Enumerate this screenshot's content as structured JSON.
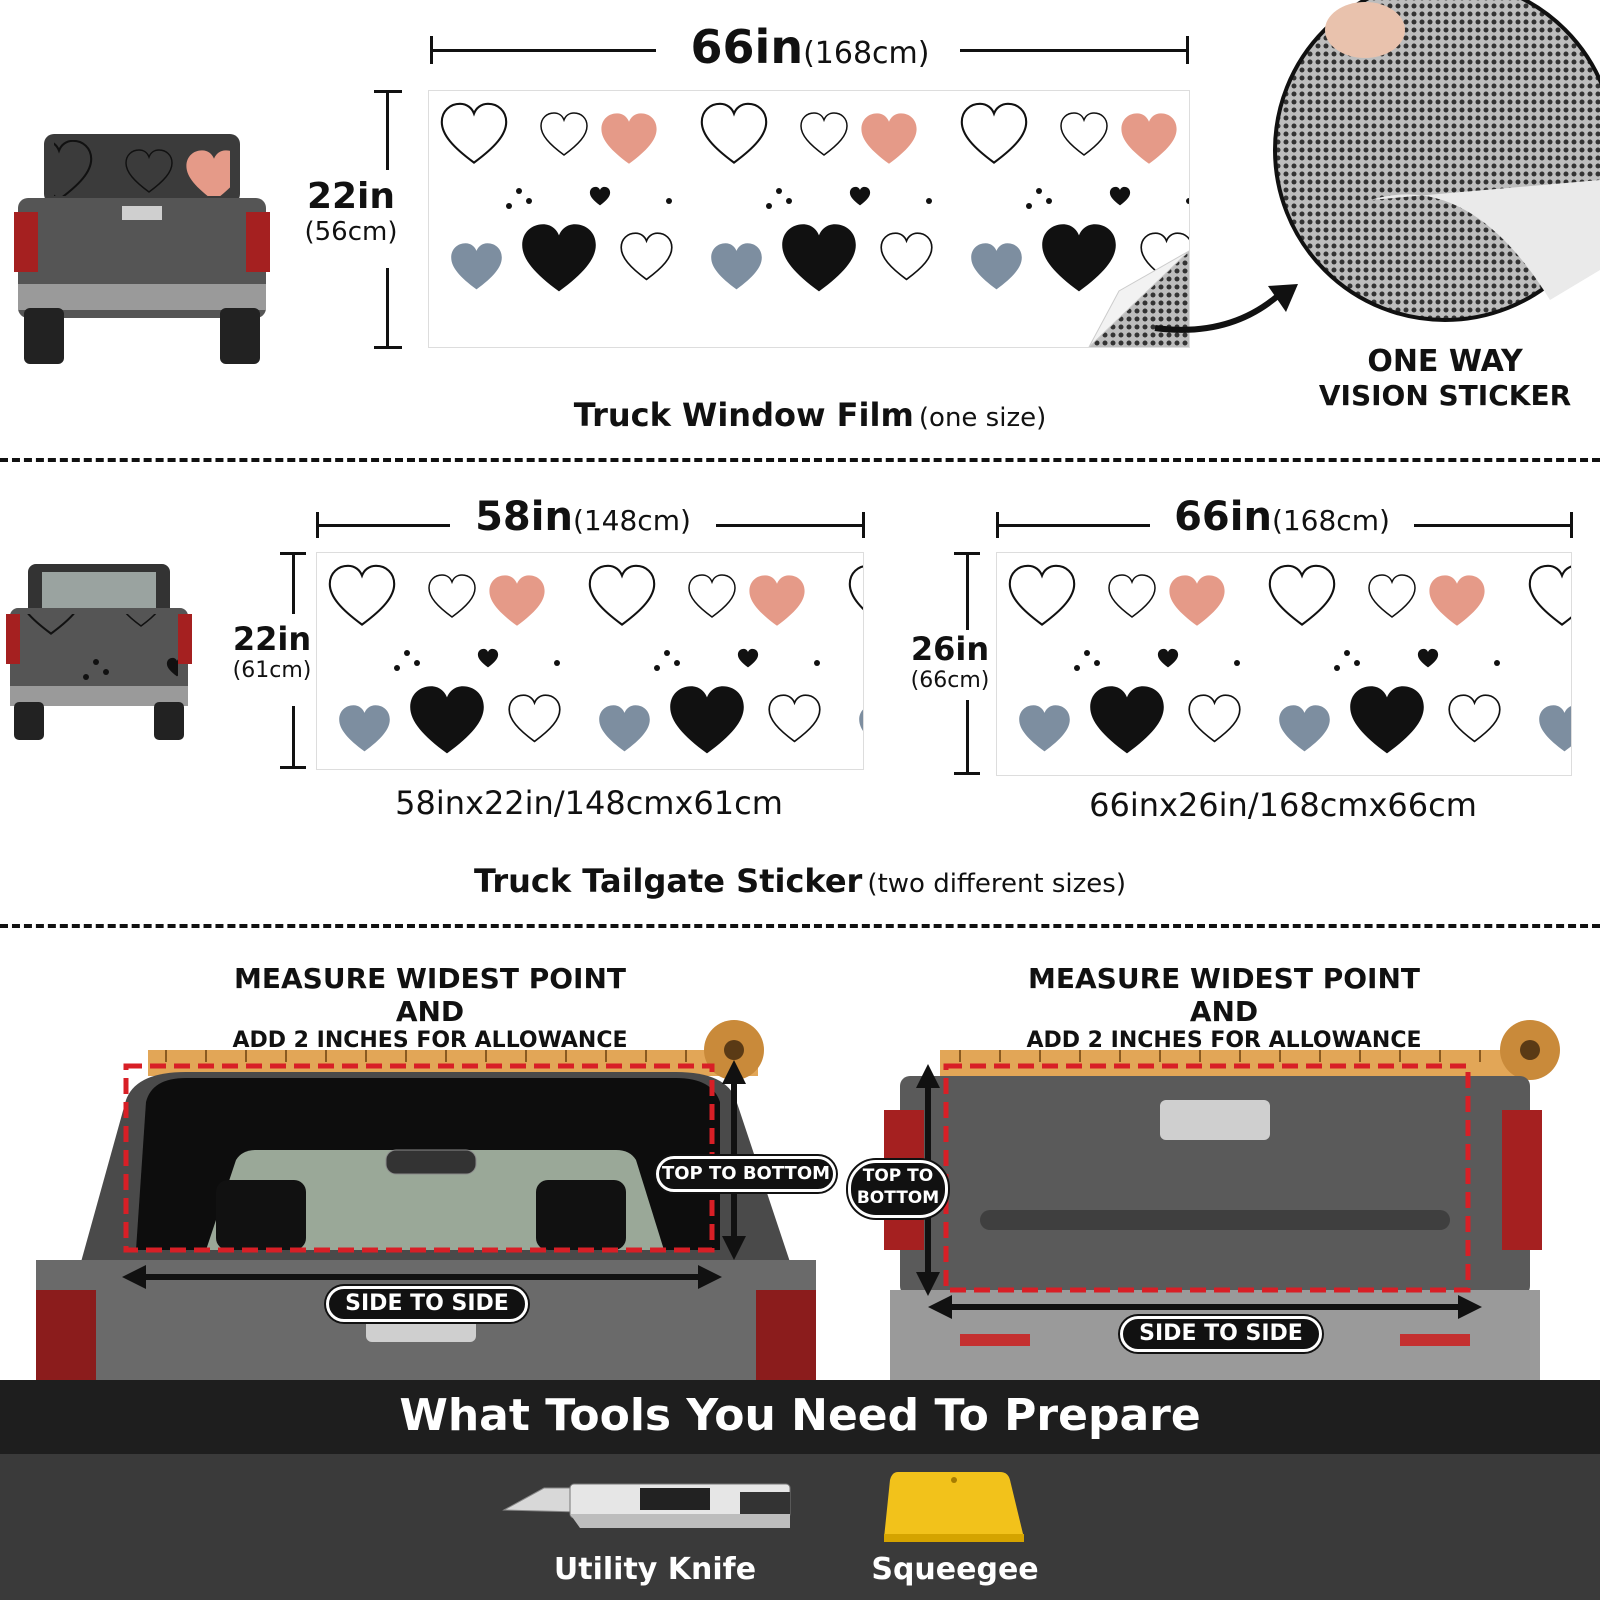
{
  "window_film": {
    "width_in": "66in",
    "width_cm": "(168cm)",
    "height_in": "22in",
    "height_cm": "(56cm)",
    "title": "Truck Window Film",
    "note": "(one size)"
  },
  "one_way": {
    "line1": "ONE WAY",
    "line2": "VISION STICKER"
  },
  "tailgate": {
    "small": {
      "width_in": "58in",
      "width_cm": "(148cm)",
      "height_in": "22in",
      "height_cm": "(61cm)",
      "caption": "58inx22in/148cmx61cm"
    },
    "large": {
      "width_in": "66in",
      "width_cm": "(168cm)",
      "height_in": "26in",
      "height_cm": "(66cm)",
      "caption": "66inx26in/168cmx66cm"
    },
    "title": "Truck Tailgate Sticker",
    "note": "(two different sizes)"
  },
  "measure": {
    "left": {
      "line1": "MEASURE WIDEST POINT AND",
      "line2": "ADD 2 INCHES FOR ALLOWANCE",
      "vertical": "TOP TO BOTTOM",
      "horizontal": "SIDE TO SIDE"
    },
    "right": {
      "line1": "MEASURE WIDEST POINT AND",
      "line2": "ADD 2 INCHES FOR ALLOWANCE",
      "vertical_1": "TOP TO",
      "vertical_2": "BOTTOM",
      "horizontal": "SIDE TO SIDE"
    }
  },
  "tools": {
    "title": "What Tools You Need To Prepare",
    "items": [
      {
        "label": "Utility Knife",
        "icon": "utility-knife-icon"
      },
      {
        "label": "Squeegee",
        "icon": "squeegee-icon"
      }
    ]
  },
  "colors": {
    "blush": "#e59a88",
    "slate": "#7d8ea0",
    "red_dash": "#d81f26",
    "ruler": "#e2a657",
    "truck_gray": "#5a5a5a"
  }
}
